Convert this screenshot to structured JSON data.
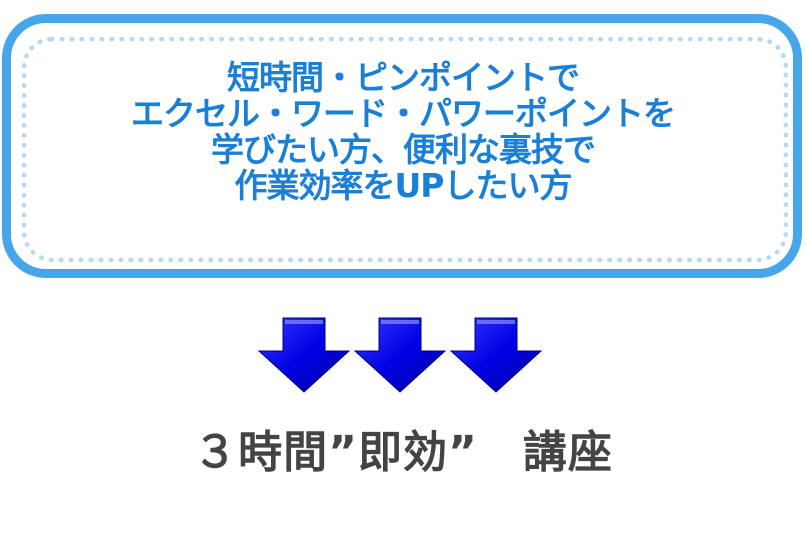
{
  "callout": {
    "lines": [
      "短時間・ピンポイントで",
      "エクセル・ワード・パワーポイントを",
      "学びたい方、便利な裏技で",
      "作業効率をUPしたい方"
    ],
    "text_color": "#1a7fd6",
    "border_color": "#47a6ea",
    "dotted_border_color": "#b7d9f6"
  },
  "arrows": {
    "count": 3,
    "icon": "down-arrow-icon",
    "color": "#0000e0"
  },
  "course": {
    "title": "３時間”即効”　講座",
    "color": "#444444"
  }
}
